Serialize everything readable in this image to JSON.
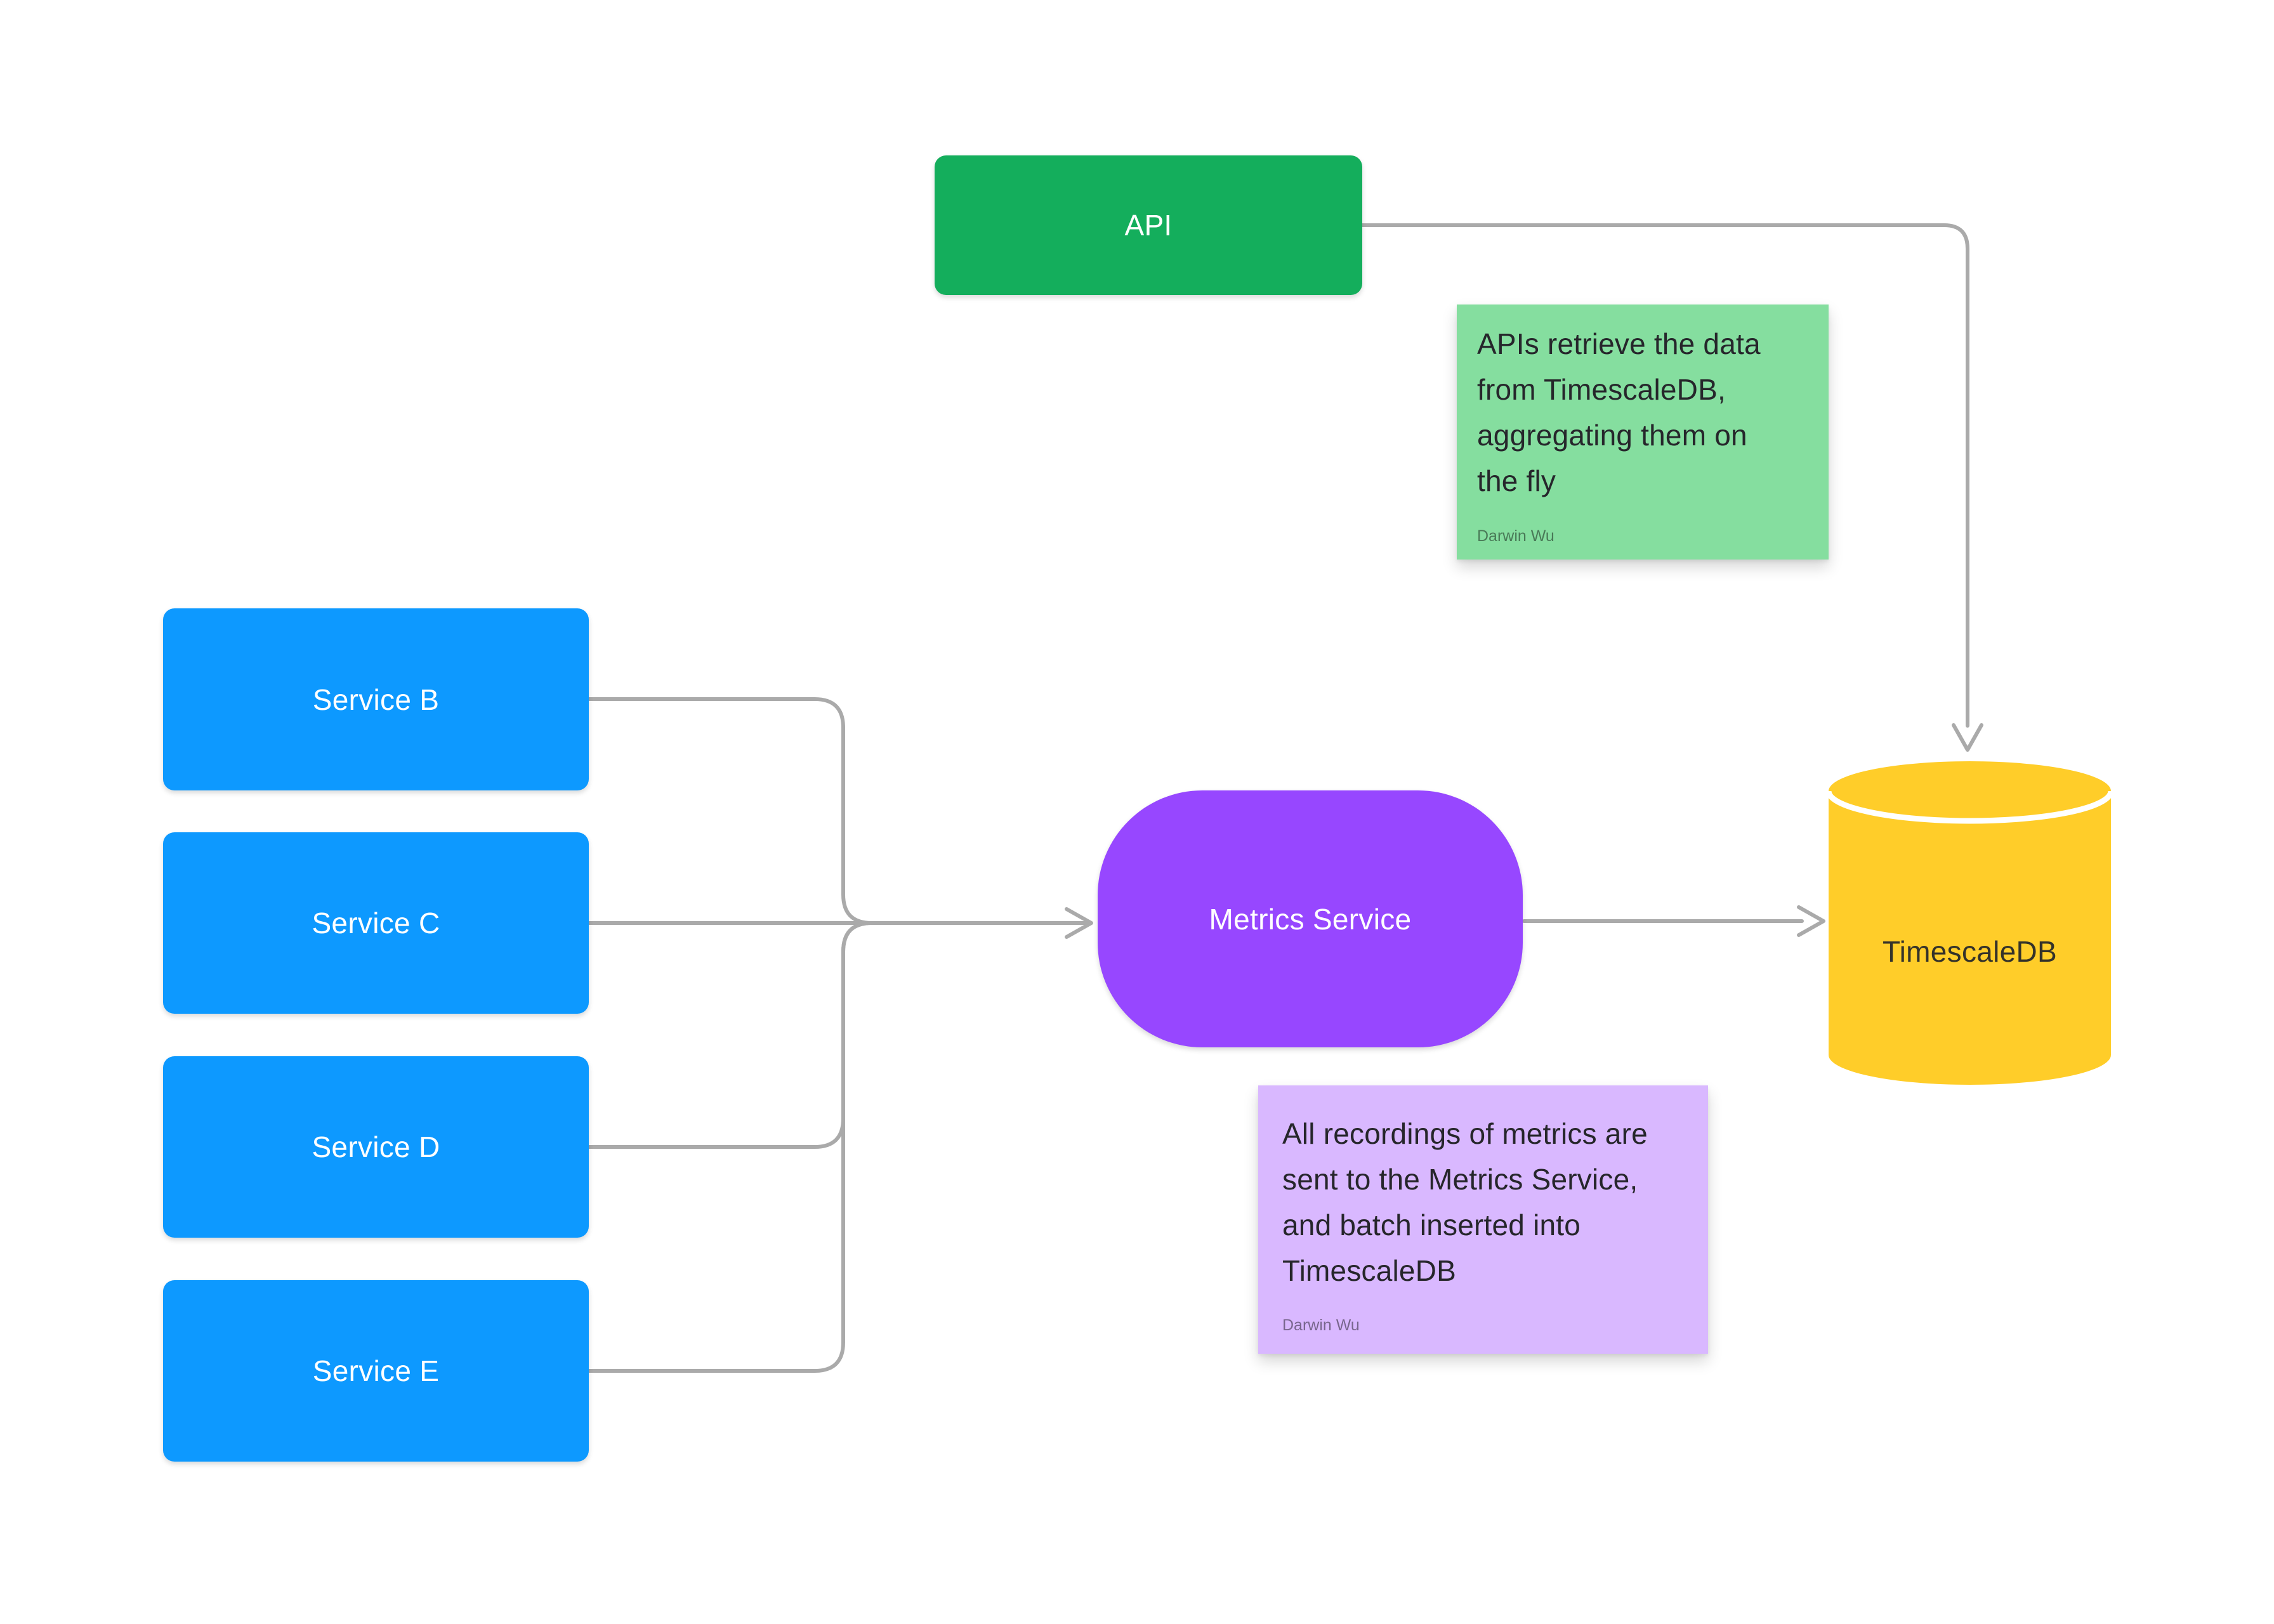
{
  "canvas": {
    "background": "#FFFFFF",
    "connector_color": "#AAAAAA"
  },
  "nodes": {
    "service_b": {
      "label": "Service B",
      "color": "#0D99FF",
      "text_color": "#FFFFFF"
    },
    "service_c": {
      "label": "Service C",
      "color": "#0D99FF",
      "text_color": "#FFFFFF"
    },
    "service_d": {
      "label": "Service D",
      "color": "#0D99FF",
      "text_color": "#FFFFFF"
    },
    "service_e": {
      "label": "Service E",
      "color": "#0D99FF",
      "text_color": "#FFFFFF"
    },
    "api": {
      "label": "API",
      "color": "#14AE5C",
      "text_color": "#FFFFFF"
    },
    "metrics_service": {
      "label": "Metrics Service",
      "color": "#9747FF",
      "text_color": "#FFFFFF"
    },
    "timescaledb": {
      "label": "TimescaleDB",
      "color": "#FFCD29",
      "text_color": "#34322A"
    }
  },
  "notes": {
    "api_note": {
      "lines": [
        "APIs retrieve the data",
        "from TimescaleDB,",
        "aggregating them on",
        "the fly"
      ],
      "author": "Darwin Wu",
      "color": "#85DE9F"
    },
    "metrics_note": {
      "lines": [
        "All recordings of metrics are",
        "sent to the Metrics Service,",
        "and batch inserted into",
        "TimescaleDB"
      ],
      "author": "Darwin Wu",
      "color": "#D9B8FF"
    }
  }
}
